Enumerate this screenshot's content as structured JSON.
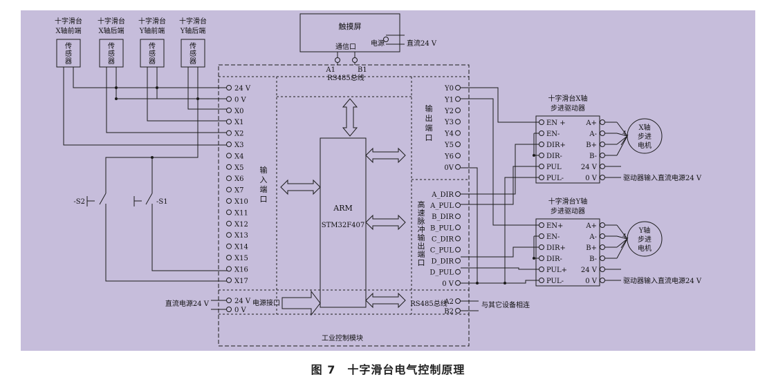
{
  "colors": {
    "panel_bg": "#c6bddb",
    "ink": "#1a1a1a"
  },
  "sensors": [
    {
      "line1": "十字滑台",
      "line2": "X轴前端",
      "body": "传感器"
    },
    {
      "line1": "十字滑台",
      "line2": "X轴后端",
      "body": "传感器"
    },
    {
      "line1": "十字滑台",
      "line2": "Y轴前端",
      "body": "传感器"
    },
    {
      "line1": "十字滑台",
      "line2": "Y轴后端",
      "body": "传感器"
    }
  ],
  "touchscreen": {
    "title": "触摸屏",
    "comm_port": "通信口",
    "power": "电源",
    "power_supply": "直流24 V"
  },
  "rs485_top": {
    "a": "A1",
    "b": "B1",
    "label": "RS485总线"
  },
  "inputs": [
    "24 V",
    "0 V",
    "X0",
    "X1",
    "X2",
    "X3",
    "X4",
    "X5",
    "X6",
    "X7",
    "X10",
    "X11",
    "X12",
    "X13",
    "X14",
    "X15",
    "X16",
    "X17"
  ],
  "input_port_label": "输入端口",
  "outputs": [
    "Y0",
    "Y1",
    "Y2",
    "Y3",
    "Y4",
    "Y5",
    "Y6",
    "0V"
  ],
  "output_port_label": "输出端口",
  "pulse_outputs": [
    "A_DIR",
    "A_PUL",
    "B_DIR",
    "B_PUL",
    "C_DIR",
    "C_PUL",
    "D_DIR",
    "D_PUL",
    "0 V"
  ],
  "pulse_port_label": "高速脉冲输出端口",
  "cpu": {
    "line1": "ARM",
    "line2": "STM32F407"
  },
  "switches": {
    "s2": "-S2",
    "s1": "-S1"
  },
  "power_interface": {
    "pins": [
      "24 V",
      "0 V"
    ],
    "label": "电源接口",
    "supply": "直流电源24 V"
  },
  "rs485_bottom": {
    "label": "RS485总线",
    "a": "A2",
    "b": "B2",
    "note": "与其它设备相连"
  },
  "module_label": "工业控制模块",
  "driver_x": {
    "title1": "十字滑台X轴",
    "title2": "步进驱动器",
    "left_pins": [
      "EN +",
      "EN-",
      "DIR+",
      "DIR-",
      "PUL",
      "PUL-"
    ],
    "right_pins": [
      "A+",
      "A-",
      "B+",
      "B-",
      "24 V",
      "0 V"
    ],
    "wire_count": "4",
    "motor": [
      "X轴",
      "步进",
      "电机"
    ],
    "supply": "驱动器输入直流电源24 V"
  },
  "driver_y": {
    "title1": "十字滑台Y轴",
    "title2": "步进驱动器",
    "left_pins": [
      "EN+",
      "EN-",
      "DIR+",
      "DIR-",
      "PUL+",
      "PUL-"
    ],
    "right_pins": [
      "A+",
      "A-",
      "B+",
      "B-",
      "24 V",
      "0 V"
    ],
    "wire_count": "4",
    "motor": [
      "Y轴",
      "步进",
      "电机"
    ],
    "supply": "驱动器输入直流电源24 V"
  },
  "caption": "图 7　十字滑台电气控制原理"
}
